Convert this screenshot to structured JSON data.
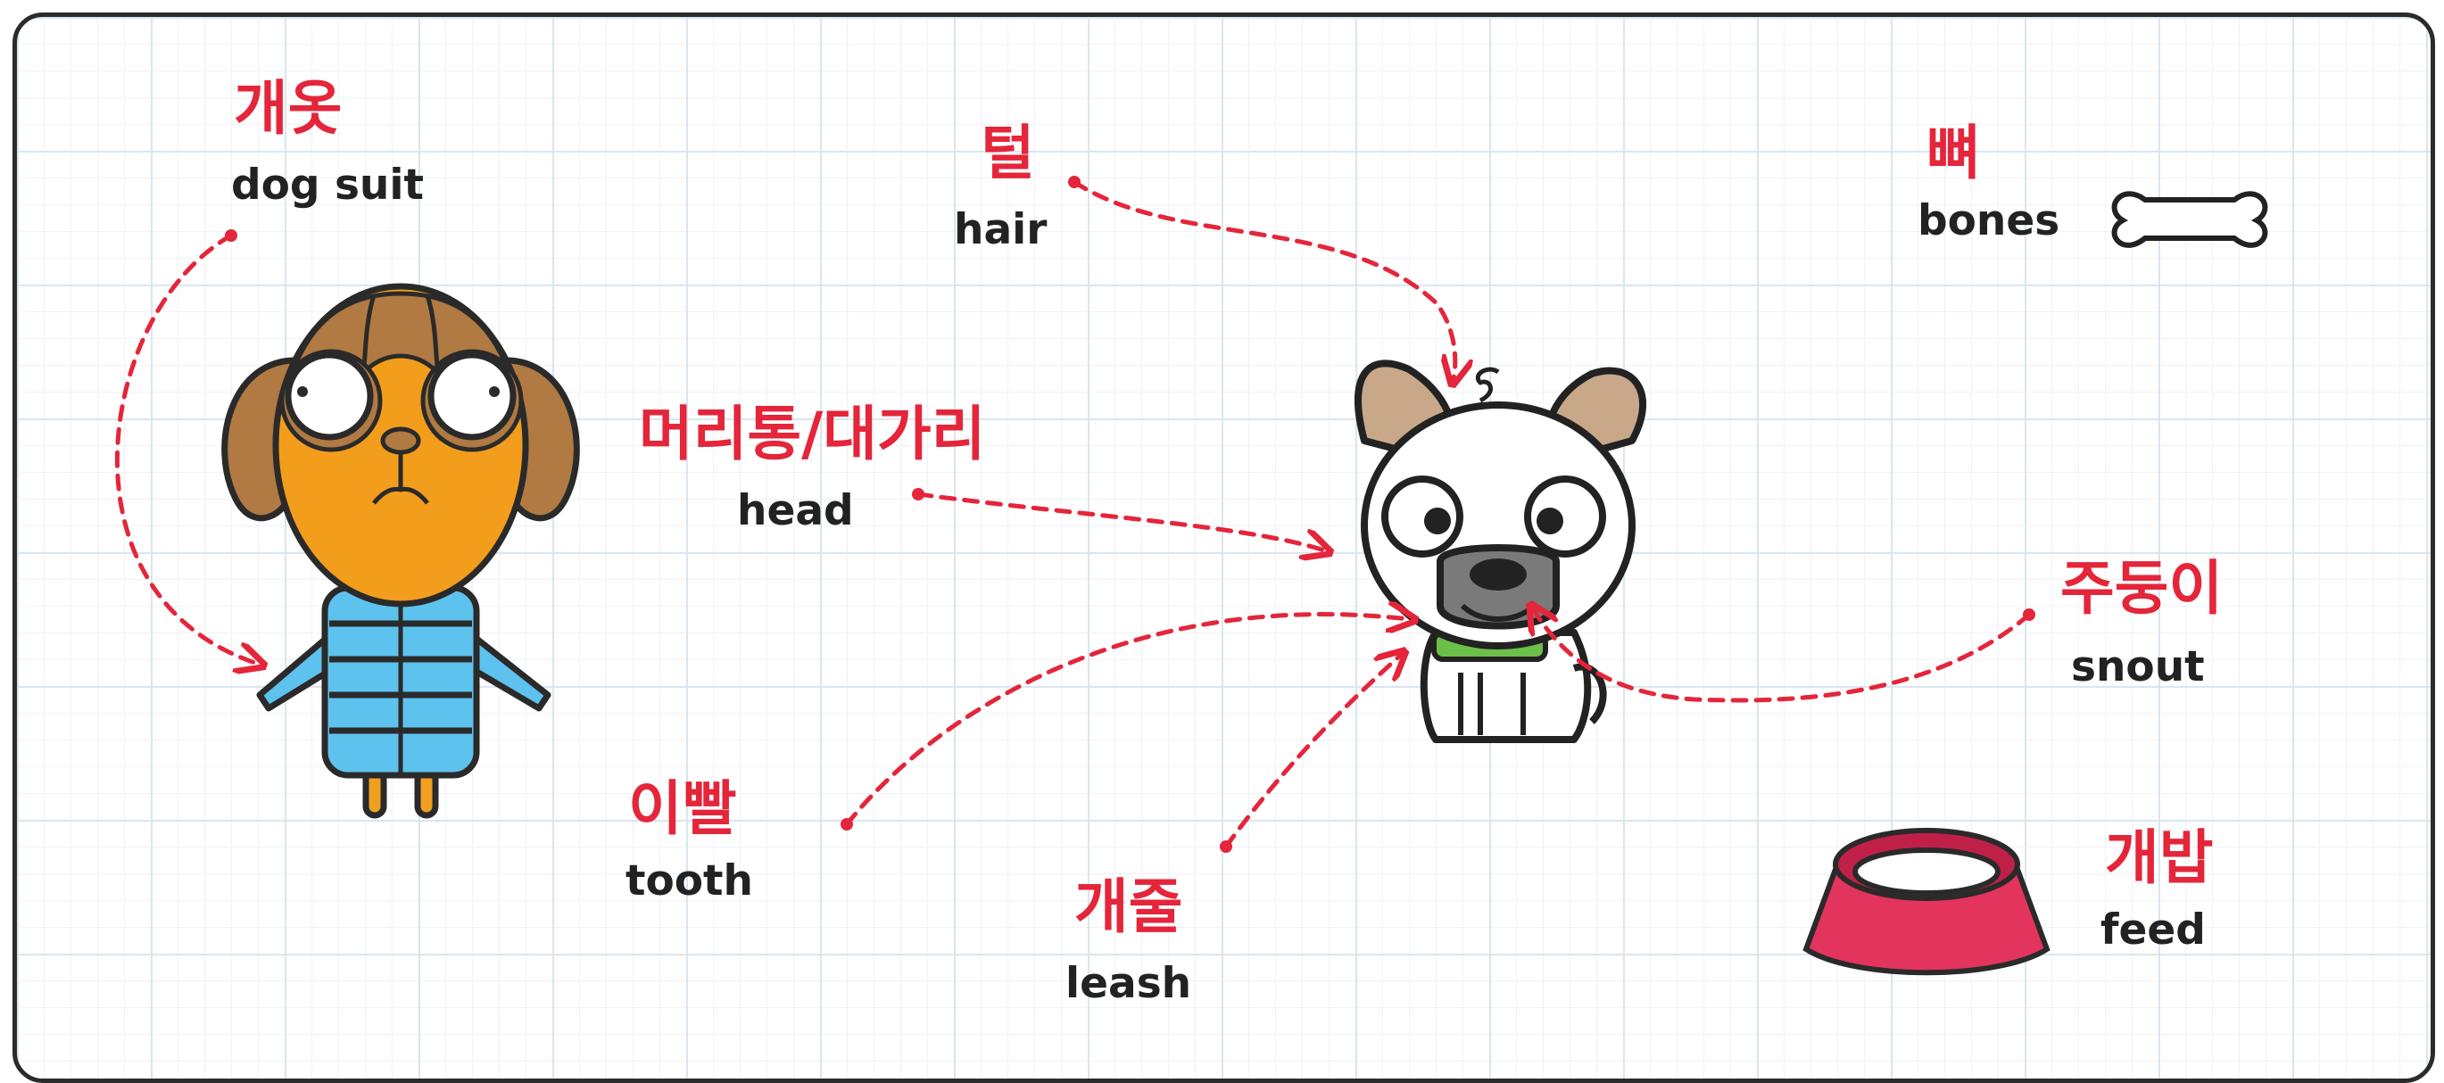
{
  "colors": {
    "korean_text": "#e4253a",
    "english_text": "#222222",
    "arrow": "#e4253a",
    "grid": "#d9e6ef"
  },
  "labels": {
    "dog_suit": {
      "korean": "개옷",
      "english": "dog suit"
    },
    "hair": {
      "korean": "털",
      "english": "hair"
    },
    "bones": {
      "korean": "뼈",
      "english": "bones"
    },
    "head": {
      "korean": "머리통/대가리",
      "english": "head"
    },
    "snout": {
      "korean": "주둥이",
      "english": "snout"
    },
    "tooth": {
      "korean": "이빨",
      "english": "tooth"
    },
    "leash": {
      "korean": "개줄",
      "english": "leash"
    },
    "feed": {
      "korean": "개밥",
      "english": "feed"
    }
  },
  "illustrations": [
    "dog-in-suit-illustration",
    "bulldog-illustration",
    "bone-icon",
    "dog-bowl-icon"
  ]
}
